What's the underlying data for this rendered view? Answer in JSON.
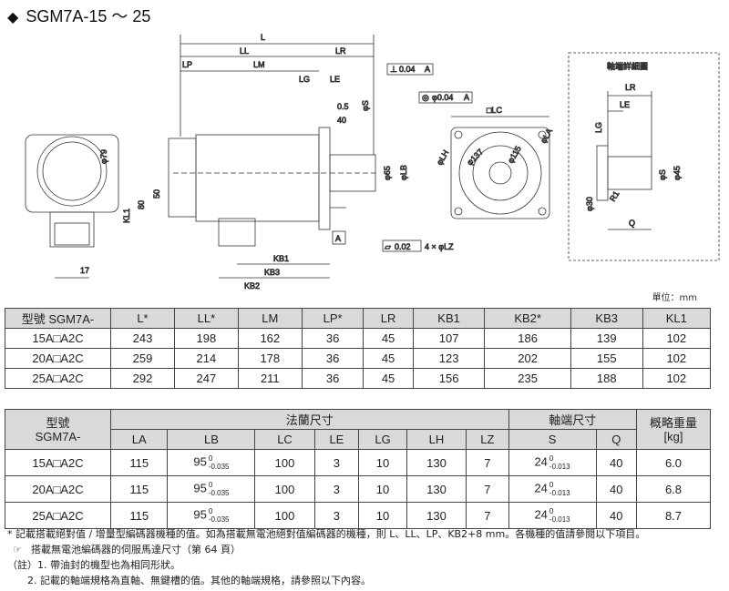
{
  "title": "SGM7A-15 ～ 25",
  "drawing": {
    "dims": {
      "L": "L",
      "LL": "LL",
      "LR": "LR",
      "LP": "LP",
      "LM": "LM",
      "LG": "LG",
      "LE": "LE",
      "perp": "⊥",
      "perp_val": "0.04",
      "perp_ref": "A",
      "conc": "◎",
      "conc_val": "φ0.04",
      "conc_ref": "A",
      "d05": "0.5",
      "d40": "40",
      "phiS": "φS",
      "phi65": "φ65",
      "phiLB": "φLB",
      "phi79": "φ79",
      "d50": "50",
      "d80": "80",
      "KL1": "KL1",
      "d17": "17",
      "KB1": "KB1",
      "KB3": "KB3",
      "KB2": "KB2",
      "datumA": "A",
      "flat": "▱",
      "flat_val": "0.02",
      "holes": "4 × φLZ",
      "LC": "□LC",
      "LH": "φLH",
      "LA": "φLA",
      "d137": "φ137",
      "d115": "φ115"
    },
    "detail": {
      "title": "軸端詳細圖",
      "LR": "LR",
      "LE": "LE",
      "LG": "LG",
      "phiS": "φS",
      "phi45": "φ45",
      "phi30": "φ30",
      "R1": "R1",
      "Q": "Q"
    }
  },
  "unit": "單位：mm",
  "table1": {
    "headers": [
      "型號 SGM7A-",
      "L*",
      "LL*",
      "LM",
      "LP*",
      "LR",
      "KB1",
      "KB2*",
      "KB3",
      "KL1"
    ],
    "rows": [
      [
        "15A□A2C",
        "243",
        "198",
        "162",
        "36",
        "45",
        "107",
        "186",
        "139",
        "102"
      ],
      [
        "20A□A2C",
        "259",
        "214",
        "178",
        "36",
        "45",
        "123",
        "202",
        "155",
        "102"
      ],
      [
        "25A□A2C",
        "292",
        "247",
        "211",
        "36",
        "45",
        "156",
        "235",
        "188",
        "102"
      ]
    ]
  },
  "table2": {
    "model_header": "型號\nSGM7A-",
    "flange_header": "法蘭尺寸",
    "shaft_header": "軸端尺寸",
    "mass_header": "概略重量\n[kg]",
    "sub_headers": [
      "LA",
      "LB",
      "LC",
      "LE",
      "LG",
      "LH",
      "LZ",
      "S",
      "Q"
    ],
    "lb_upper": "0",
    "lb_lower": "-0.035",
    "s_upper": "0",
    "s_lower": "-0.013",
    "rows": [
      {
        "model": "15A□A2C",
        "LA": "115",
        "LB": "95",
        "LC": "100",
        "LE": "3",
        "LG": "10",
        "LH": "130",
        "LZ": "7",
        "S": "24",
        "Q": "40",
        "mass": "6.0"
      },
      {
        "model": "20A□A2C",
        "LA": "115",
        "LB": "95",
        "LC": "100",
        "LE": "3",
        "LG": "10",
        "LH": "130",
        "LZ": "7",
        "S": "24",
        "Q": "40",
        "mass": "6.8"
      },
      {
        "model": "25A□A2C",
        "LA": "115",
        "LB": "95",
        "LC": "100",
        "LE": "3",
        "LG": "10",
        "LH": "130",
        "LZ": "7",
        "S": "24",
        "Q": "40",
        "mass": "8.7"
      }
    ]
  },
  "notes": {
    "star": "* 記載搭載絕對值 / 增量型編碼器機種的值。如為搭載無電池絕對值編碼器的機種，則 L、LL、LP、KB2+8 mm。各機種的值請參閱以下項目。",
    "ref": "搭載無電池編碼器的伺服馬達尺寸（第 64 頁）",
    "note1": "（註）1.  帶油封的機型也為相同形狀。",
    "note2": "2.  記載的軸端規格為直軸、無鍵槽的值。其他的軸端規格，請參照以下內容。"
  }
}
